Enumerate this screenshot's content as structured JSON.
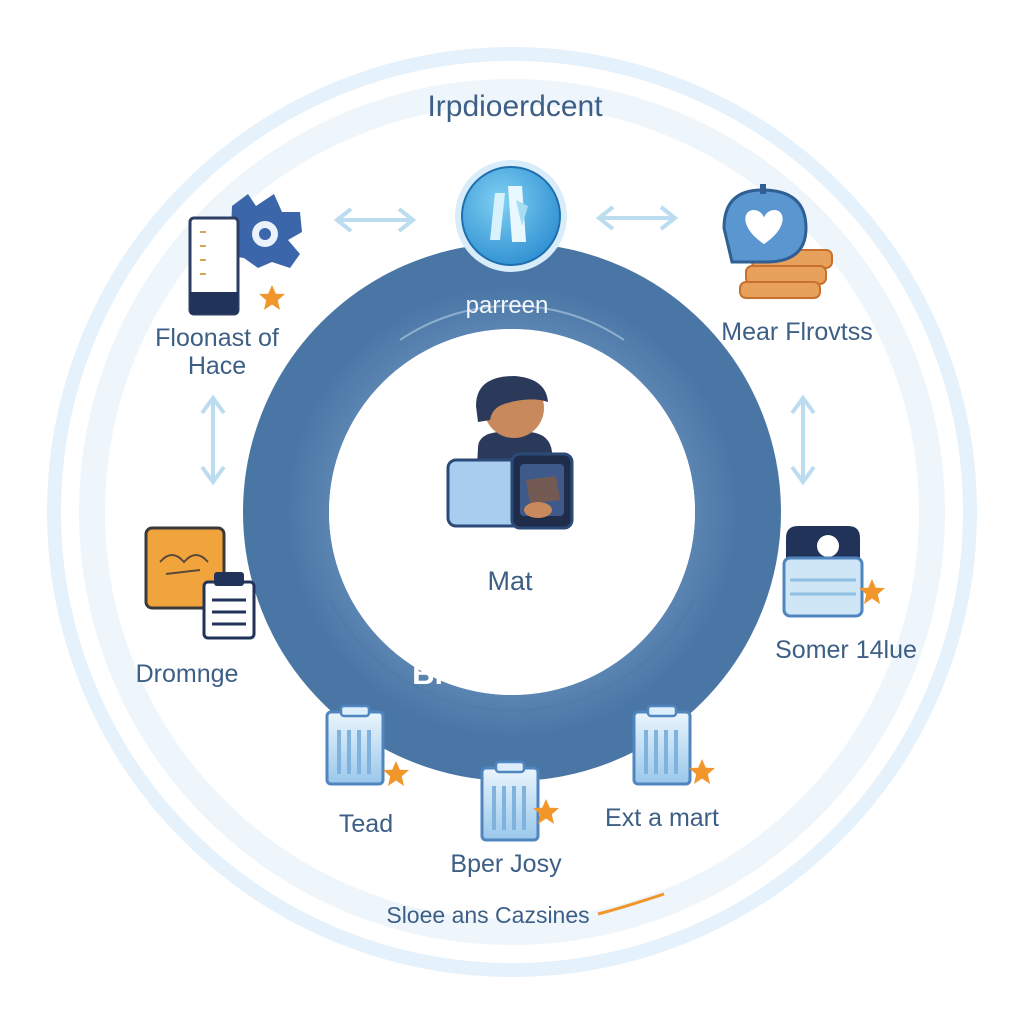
{
  "title": "Irpdioerdcent",
  "inner_ring_top": "parreen",
  "inner_ring_bottom": "Brrsiotems",
  "center_label": "Mat",
  "nodes": {
    "top_left": {
      "label_line1": "Floonast of",
      "label_line2": "Hace",
      "icon": "server-gear-icon"
    },
    "top_right": {
      "label": "Mear Flrovtss",
      "icon": "heart-chat-icon"
    },
    "left": {
      "label": "Dromnge",
      "icon": "document-archive-icon"
    },
    "right": {
      "label": "Somer 14lue",
      "icon": "camera-card-icon"
    },
    "bottom_left": {
      "label": "Tead",
      "icon": "clipboard-icon"
    },
    "bottom_mid": {
      "label": "Bper Josy",
      "icon": "clipboard-icon"
    },
    "bottom_right": {
      "label": "Ext a mart",
      "icon": "clipboard-icon"
    },
    "top_center": {
      "icon": "figure-badge-icon"
    }
  },
  "footer": "Sloee ans Cazsines",
  "colors": {
    "ring_outer": "#e4f1fb",
    "ring_mid": "#5e87b3",
    "accent_star": "#f0962a",
    "text": "#3d5f86"
  }
}
